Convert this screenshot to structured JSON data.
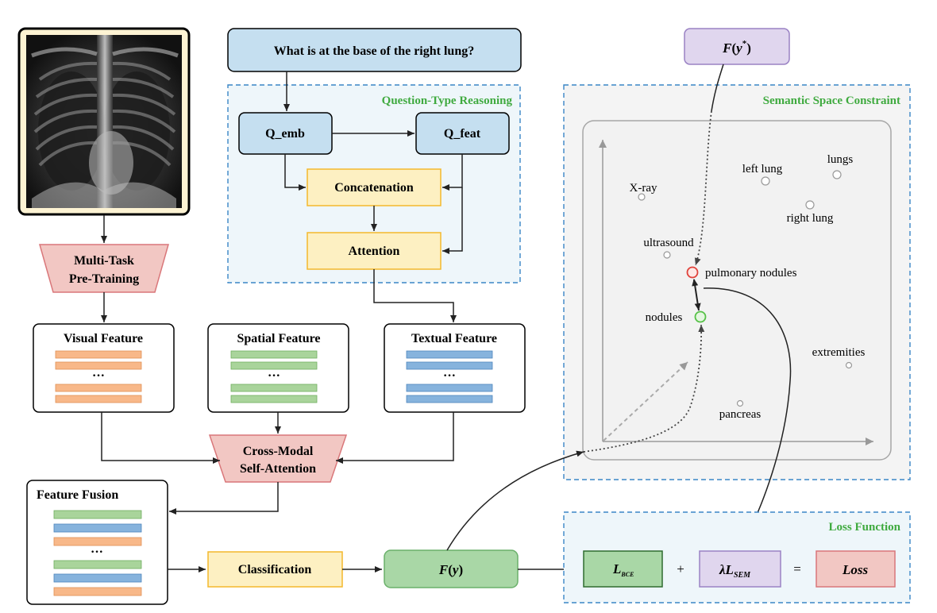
{
  "question": "What is at the base of the right lung?",
  "qtr": {
    "title": "Question-Type Reasoning",
    "q_emb": "Q_emb",
    "q_feat": "Q_feat",
    "concatenation": "Concatenation",
    "attention": "Attention"
  },
  "pretraining": {
    "line1": "Multi-Task",
    "line2": "Pre-Training"
  },
  "visual_feature": {
    "title": "Visual Feature",
    "ellipsis": "···"
  },
  "spatial_feature": {
    "title": "Spatial Feature",
    "ellipsis": "···"
  },
  "textual_feature": {
    "title": "Textual Feature",
    "ellipsis": "···"
  },
  "cross_modal": {
    "line1": "Cross-Modal",
    "line2": "Self-Attention"
  },
  "feature_fusion": {
    "title": "Feature Fusion",
    "ellipsis": "···"
  },
  "classification": "Classification",
  "fy": {
    "label": "F",
    "arg": "y"
  },
  "fy_star": {
    "label": "F",
    "arg": "y",
    "sup": "*"
  },
  "semantic": {
    "title": "Semantic Space Constraint",
    "terms": {
      "xray": "X-ray",
      "left_lung": "left lung",
      "lungs": "lungs",
      "right_lung": "right lung",
      "ultrasound": "ultrasound",
      "pulmonary_nodules": "pulmonary nodules",
      "nodules": "nodules",
      "extremities": "extremities",
      "pancreas": "pancreas"
    }
  },
  "loss": {
    "title": "Loss Function",
    "l_bce_main": "L",
    "l_bce_sub": "BCE",
    "plus": "+",
    "lambda": "λ",
    "l_sem_main": "L",
    "l_sem_sub": "SEM",
    "equals": "=",
    "loss": "Loss"
  },
  "colors": {
    "blue_box": "#c5dff0",
    "yellow_box": "#fdf0c2",
    "yellow_border": "#f4b82c",
    "pink_box": "#f2c7c3",
    "green_box": "#a9d7a6",
    "purple_box": "#e0d6ee",
    "section_title_green": "#3faa3f",
    "dashed_blue": "#3a86c6",
    "orange_bar": "#f8b889",
    "green_bar": "#a9d49b",
    "blue_bar": "#86b3dd",
    "red_node": "#e0413a",
    "green_node": "#55c146"
  }
}
